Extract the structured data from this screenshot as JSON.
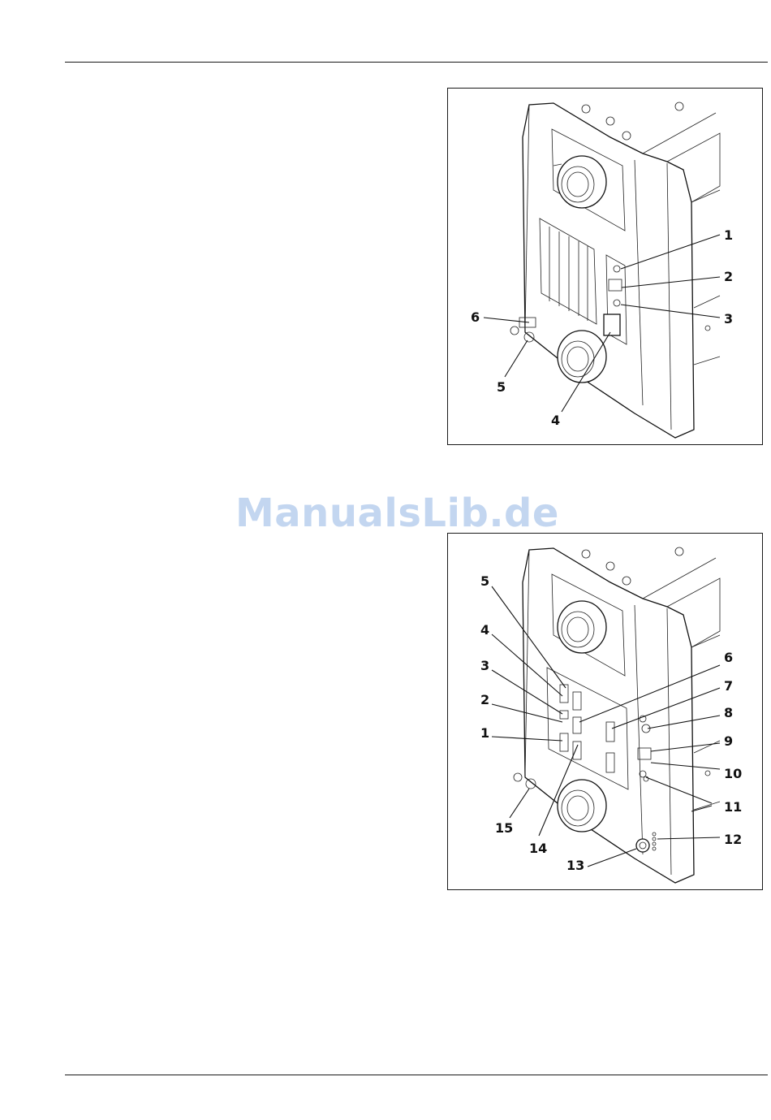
{
  "watermark": "ManualsLib.de",
  "figure1": {
    "callouts": [
      "1",
      "2",
      "3",
      "4",
      "5",
      "6"
    ]
  },
  "figure2": {
    "callouts": [
      "1",
      "2",
      "3",
      "4",
      "5",
      "6",
      "7",
      "8",
      "9",
      "10",
      "11",
      "12",
      "13",
      "14",
      "15"
    ]
  }
}
